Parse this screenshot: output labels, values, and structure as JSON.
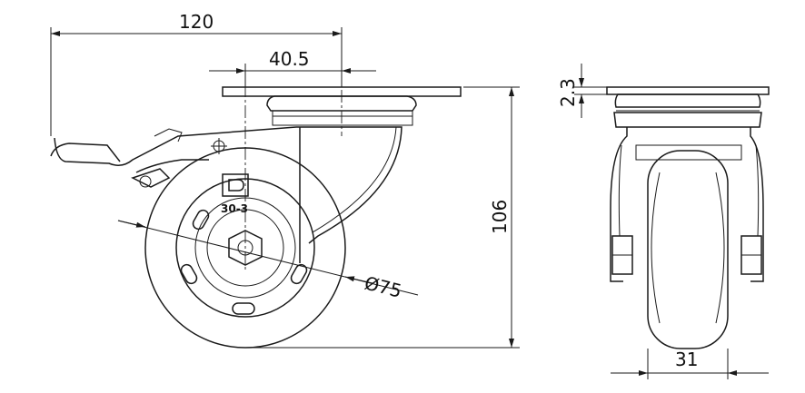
{
  "dimensions": {
    "overall_width": "120",
    "swivel_offset": "40.5",
    "plate_thickness": "2.3",
    "overall_height": "106",
    "wheel_diameter": "Ø75",
    "wheel_width": "31"
  },
  "markings": {
    "model_code": "30-3"
  },
  "colors": {
    "line": "#1a1a1a",
    "background": "#ffffff"
  }
}
